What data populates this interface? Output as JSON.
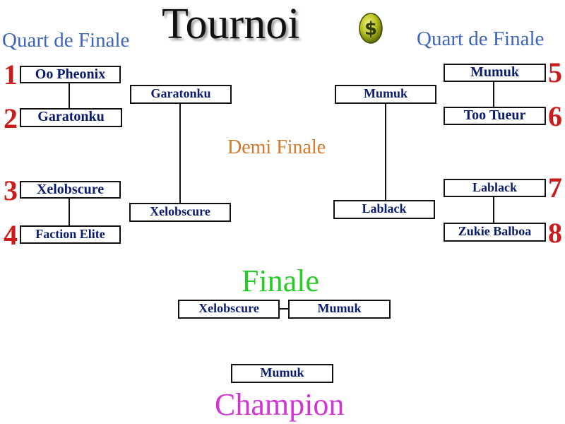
{
  "title": "Tournoi",
  "icons": {
    "title_icon": "green-dollar-egg-icon"
  },
  "colors": {
    "header": "#3e66b8",
    "seed_number": "#cc1b1b",
    "team_name": "#0b1b6f",
    "semi_label": "#d57a2a",
    "final_label": "#27cc27",
    "champion_label": "#d235d6"
  },
  "left_header": "Quart de Finale",
  "right_header": "Quart de Finale",
  "quarter_finals": {
    "left": [
      {
        "seed": "1",
        "team": "Oo Pheonix"
      },
      {
        "seed": "2",
        "team": "Garatonku"
      },
      {
        "seed": "3",
        "team": "Xelobscure"
      },
      {
        "seed": "4",
        "team": "Faction Elite"
      }
    ],
    "right": [
      {
        "seed": "5",
        "team": "Mumuk"
      },
      {
        "seed": "6",
        "team": "Too Tueur"
      },
      {
        "seed": "7",
        "team": "Lablack"
      },
      {
        "seed": "8",
        "team": "Zukie Balboa"
      }
    ]
  },
  "semi_label": "Demi Finale",
  "semi_finals": {
    "left": [
      "Garatonku",
      "Xelobscure"
    ],
    "right": [
      "Mumuk",
      "Lablack"
    ]
  },
  "final_label": "Finale",
  "final": [
    "Xelobscure",
    "Mumuk"
  ],
  "champion": "Mumuk",
  "champion_label": "Champion"
}
